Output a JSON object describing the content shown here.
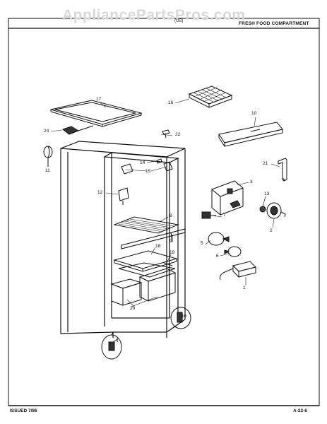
{
  "watermark": "AppliancePartsPros.com",
  "header": {
    "section_title": "FRESH FOOD COMPARTMENT",
    "code": "(US)"
  },
  "footer": {
    "issued": "ISSUED 7/86",
    "page_number": "A-22-6"
  },
  "callouts": [
    "17",
    "16",
    "24",
    "22",
    "10",
    "11",
    "14",
    "15",
    "21",
    "12",
    "3",
    "13",
    "7",
    "8",
    "2",
    "9",
    "5",
    "6",
    "18",
    "19",
    "1",
    "20",
    "16",
    "4"
  ]
}
